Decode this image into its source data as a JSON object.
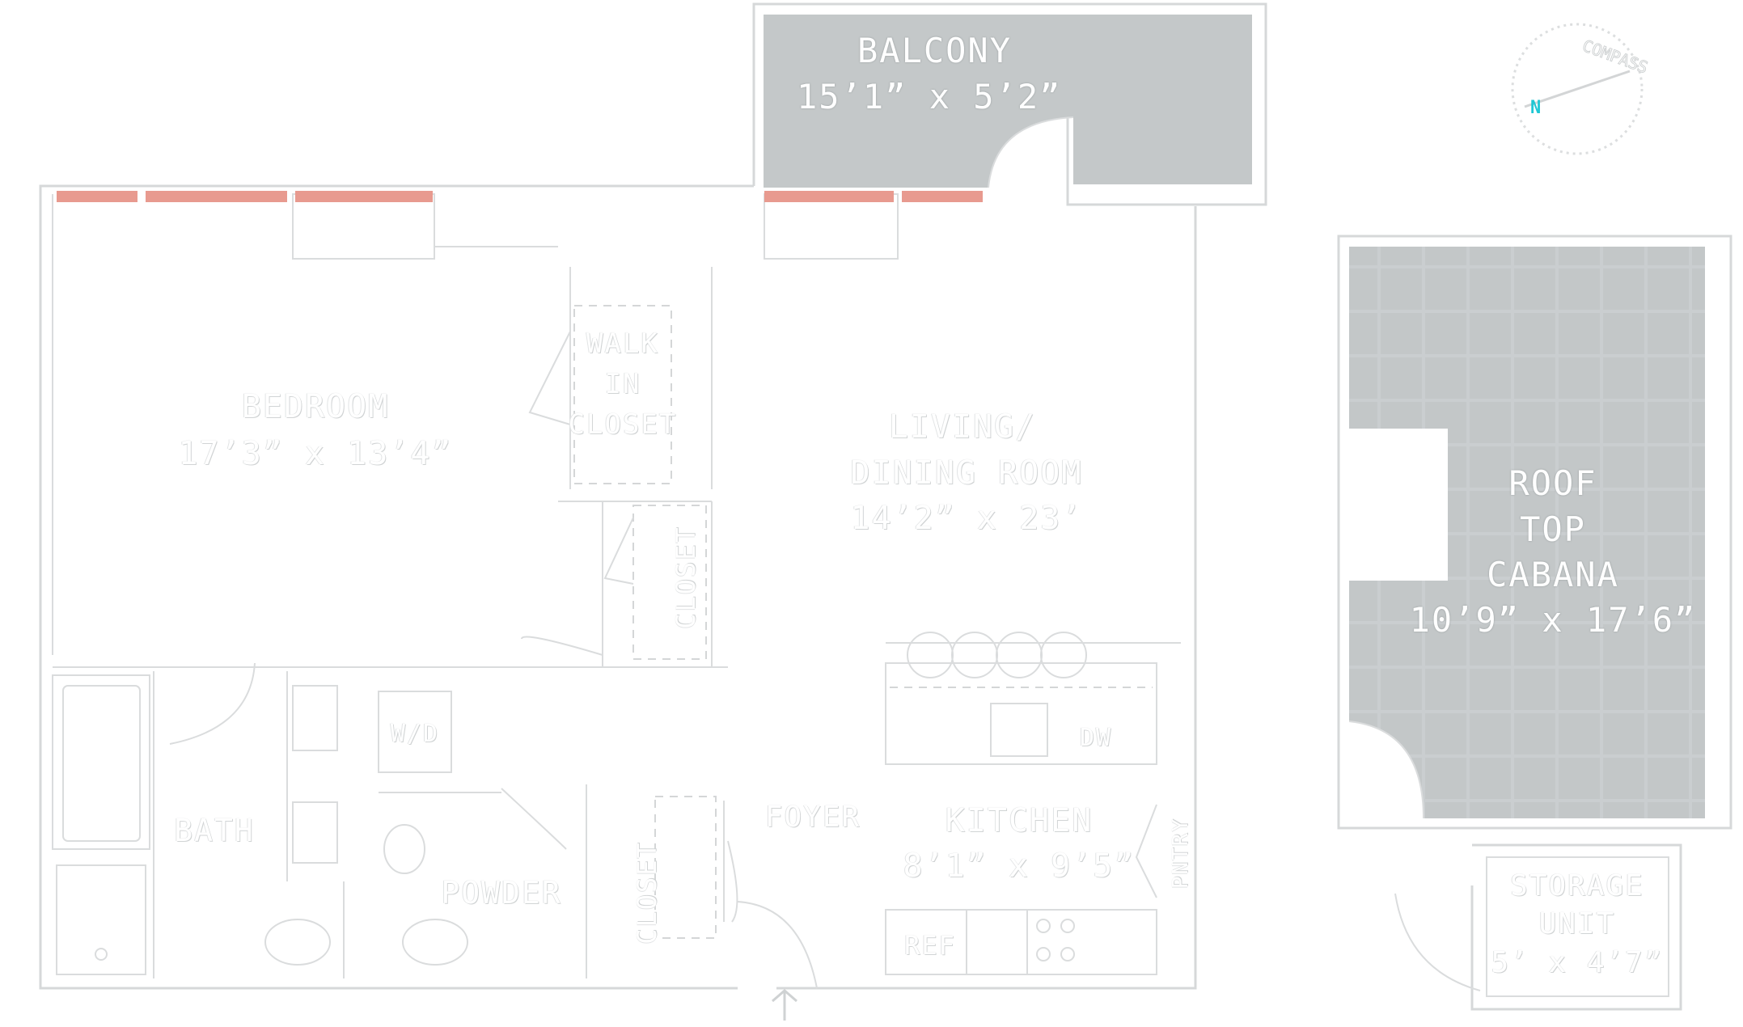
{
  "rooms": {
    "balcony": {
      "name": "BALCONY",
      "dims": "15’1” x 5’2”"
    },
    "bedroom": {
      "name": "BEDROOM",
      "dims": "17’3” x 13’4”"
    },
    "walk_in_closet": {
      "line1": "WALK",
      "line2": "IN",
      "line3": "CLOSET"
    },
    "living": {
      "line1": "LIVING/",
      "line2": "DINING ROOM",
      "dims": "14’2” x 23’"
    },
    "closet_bedroom": {
      "name": "CLOSET"
    },
    "roof_top": {
      "line1": "ROOF",
      "line2": "TOP",
      "line3": "CABANA",
      "dims": "10’9” x 17’6”"
    },
    "bath": {
      "name": "BATH"
    },
    "washer_dryer": {
      "name": "W/D"
    },
    "powder": {
      "name": "POWDER"
    },
    "closet_foyer": {
      "name": "CLOSET"
    },
    "foyer": {
      "name": "FOYER"
    },
    "kitchen": {
      "name": "KITCHEN",
      "dims": "8’1” x 9’5”"
    },
    "dishwasher": {
      "name": "DW"
    },
    "pantry": {
      "name": "PNTRY"
    },
    "refrigerator": {
      "name": "REF"
    },
    "storage": {
      "line1": "STORAGE",
      "line2": "UNIT",
      "dims": "5’ x 4’7”"
    }
  },
  "compass": {
    "label": "COMPASS",
    "north": "N",
    "north_color": "#1fc7d4"
  },
  "colors": {
    "window": "#e89a8f",
    "balcony_fill": "#c4c8c9",
    "cabana_fill": "#c9cccd",
    "wall": "#d6d8d9"
  },
  "icons": {
    "entry": "entry-arrow-icon",
    "compass": "compass-icon"
  }
}
